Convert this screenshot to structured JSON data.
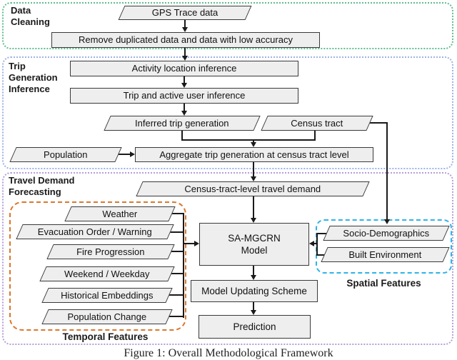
{
  "caption": "Figure 1: Overall Methodological Framework",
  "sections": {
    "data_cleaning": {
      "label": "Data Cleaning"
    },
    "trip_generation": {
      "label": "Trip Generation Inference"
    },
    "travel_demand": {
      "label": "Travel Demand Forecasting"
    },
    "temporal": {
      "label": "Temporal Features"
    },
    "spatial": {
      "label": "Spatial Features"
    }
  },
  "nodes": {
    "gps_trace": {
      "label": "GPS Trace data",
      "shape": "parallelogram"
    },
    "remove_duplicated": {
      "label": "Remove duplicated data and data with low accuracy",
      "shape": "rect"
    },
    "activity_location": {
      "label": "Activity location inference",
      "shape": "rect"
    },
    "trip_active_user": {
      "label": "Trip and active user inference",
      "shape": "rect"
    },
    "inferred_trip": {
      "label": "Inferred trip generation",
      "shape": "parallelogram"
    },
    "census_tract": {
      "label": "Census tract",
      "shape": "parallelogram"
    },
    "population": {
      "label": "Population",
      "shape": "parallelogram"
    },
    "aggregate": {
      "label": "Aggregate trip generation at census tract level",
      "shape": "rect"
    },
    "ct_travel_demand": {
      "label": "Census-tract-level travel demand",
      "shape": "parallelogram"
    },
    "weather": {
      "label": "Weather",
      "shape": "parallelogram"
    },
    "evacuation": {
      "label": "Evacuation Order / Warning",
      "shape": "parallelogram"
    },
    "fire": {
      "label": "Fire Progression",
      "shape": "parallelogram"
    },
    "weekend": {
      "label": "Weekend / Weekday",
      "shape": "parallelogram"
    },
    "historical": {
      "label": "Historical Embeddings",
      "shape": "parallelogram"
    },
    "population_change": {
      "label": "Population Change",
      "shape": "parallelogram"
    },
    "sa_mgcrn": {
      "label": "SA-MGCRN Model",
      "line1": "SA-MGCRN",
      "line2": "Model",
      "shape": "rect"
    },
    "socio_demographics": {
      "label": "Socio-Demographics",
      "shape": "parallelogram"
    },
    "built_environment": {
      "label": "Built Environment",
      "shape": "parallelogram"
    },
    "model_updating": {
      "label": "Model Updating Scheme",
      "shape": "rect"
    },
    "prediction": {
      "label": "Prediction",
      "shape": "rect"
    }
  },
  "colors": {
    "data_cleaning_border": "#5fbe8d",
    "trip_generation_border": "#9fb1e8",
    "travel_demand_border": "#b49fd8",
    "temporal_border": "#d9782d",
    "spatial_border": "#2fb3e8",
    "node_fill": "#eeeeee",
    "node_border": "#3a3a3a",
    "connector": "#1a1a1a"
  }
}
